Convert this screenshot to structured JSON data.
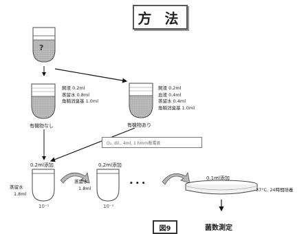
{
  "title": "方 法",
  "unknown_marker": "?",
  "branch_left": {
    "label": "有機物なし",
    "reagents": [
      "飼液 0.2ml",
      "蒸留水 0.8ml",
      "角鞘消臭基 1.0ml"
    ]
  },
  "branch_right": {
    "label": "有機物あり",
    "reagents": [
      "飼液 0.2ml",
      "血液 0.4ml",
      "蒸留水 0.4ml",
      "角鞘消臭基 1.0ml"
    ]
  },
  "condition": "O₂, dil., 4ml, 1 hmm懸濁液",
  "step1": {
    "add": "0.2ml添加",
    "water": [
      "蒸留水",
      "1.8ml"
    ],
    "dilution": "10⁻¹"
  },
  "step2": {
    "add": "0.2ml添加",
    "water": [
      "蒸留水",
      "1.8ml"
    ],
    "dilution": "10⁻²"
  },
  "ellipsis": "• • •",
  "plate": {
    "add": "0.1ml添加",
    "incubation": "37°C, 24時間培養"
  },
  "figure_label": "図9",
  "result": "菌数測定"
}
